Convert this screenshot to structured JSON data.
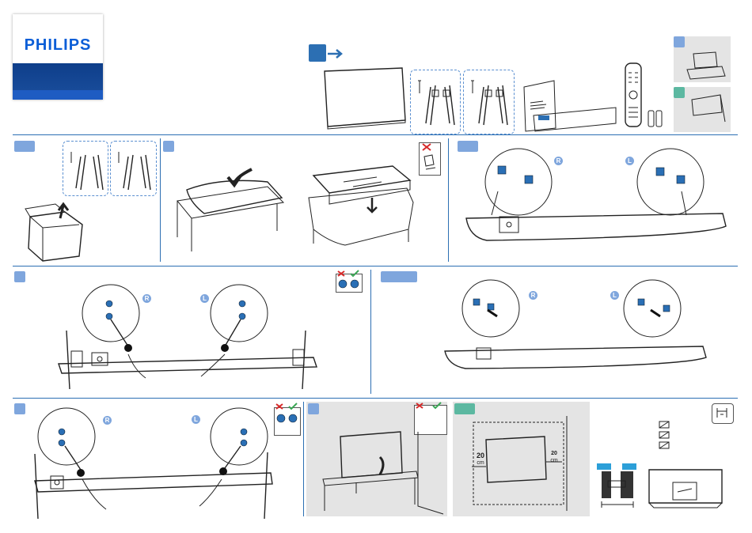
{
  "brand": {
    "logo_text": "PHILIPS"
  },
  "labels": {
    "side_left_ring": "R",
    "side_right_ring": "L",
    "wall_gap_value": "20",
    "wall_gap_unit": "cm"
  },
  "colors": {
    "accent": "#2c6fb3",
    "step_badge": "#7fa6dd",
    "wall_step": "#5cb8a1",
    "brand_blue": "#0b5ed7",
    "cross": "#d62828",
    "check": "#3aa655"
  },
  "icons": [
    "unbox-icon",
    "screw-icon",
    "stand-foot-icon",
    "remote-icon",
    "battery-icon",
    "manual-icon",
    "table-icon",
    "wall-icon",
    "cross-icon",
    "check-icon",
    "cable-icon",
    "magnifier-icon"
  ]
}
